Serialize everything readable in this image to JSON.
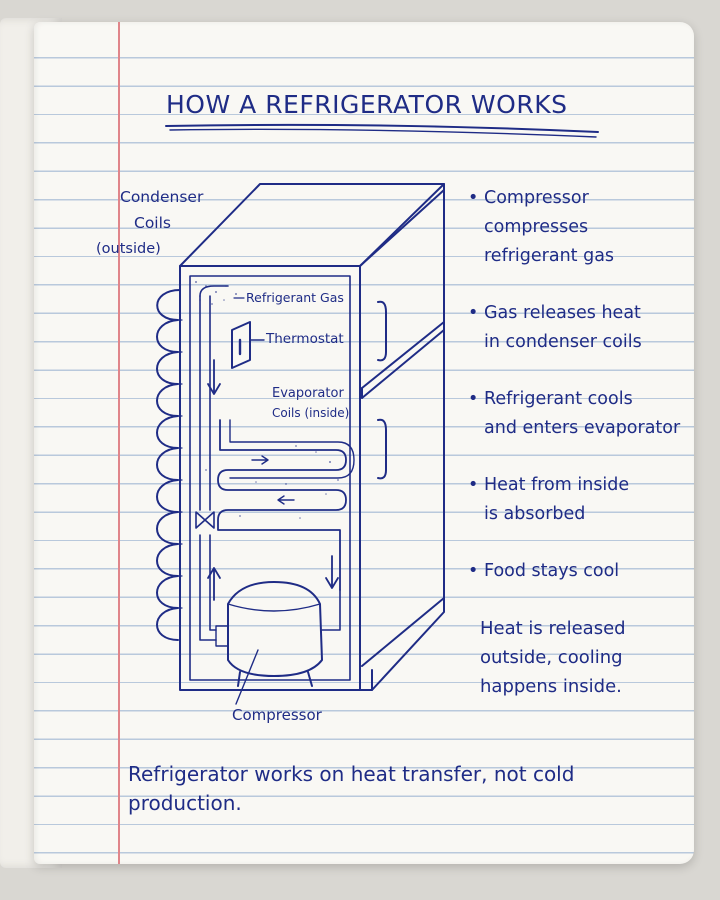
{
  "title": "HOW A REFRIGERATOR WORKS",
  "labels": {
    "condenser_line1": "Condenser",
    "condenser_line2": "Coils",
    "condenser_line3": "(outside)",
    "refrigerant_gas": "Refrigerant Gas",
    "thermostat": "Thermostat",
    "evaporator_line1": "Evaporator",
    "evaporator_line2": "Coils (inside)",
    "compressor": "Compressor"
  },
  "steps": [
    {
      "line1": "Compressor compresses",
      "line2": "refrigerant gas"
    },
    {
      "line1": "Gas releases heat",
      "line2": "in condenser coils"
    },
    {
      "line1": "Refrigerant cools",
      "line2": "and enters evaporator"
    },
    {
      "line1": "Heat from inside",
      "line2": "is absorbed"
    },
    {
      "line1": "Food stays cool",
      "line2": ""
    }
  ],
  "note": {
    "line1": "Heat is released",
    "line2": "outside, cooling",
    "line3": "happens inside."
  },
  "footer": {
    "line1": "Refrigerator works on heat transfer, not cold",
    "line2": "production."
  },
  "colors": {
    "ink": "#1f2c86",
    "paper": "#f9f8f4",
    "rule_line": "#b9c9dc",
    "margin_line": "#e0858a"
  }
}
